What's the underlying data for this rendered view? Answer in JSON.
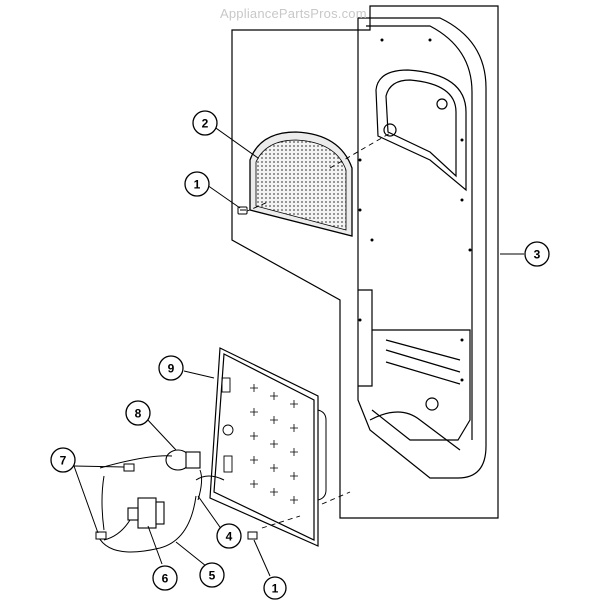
{
  "watermark": "AppliancePartsPros.com",
  "callouts": [
    {
      "id": "c2",
      "label": "2"
    },
    {
      "id": "c1a",
      "label": "1"
    },
    {
      "id": "c3",
      "label": "3"
    },
    {
      "id": "c9",
      "label": "9"
    },
    {
      "id": "c8",
      "label": "8"
    },
    {
      "id": "c7",
      "label": "7"
    },
    {
      "id": "c4",
      "label": "4"
    },
    {
      "id": "c5",
      "label": "5"
    },
    {
      "id": "c6",
      "label": "6"
    },
    {
      "id": "c1b",
      "label": "1"
    }
  ]
}
